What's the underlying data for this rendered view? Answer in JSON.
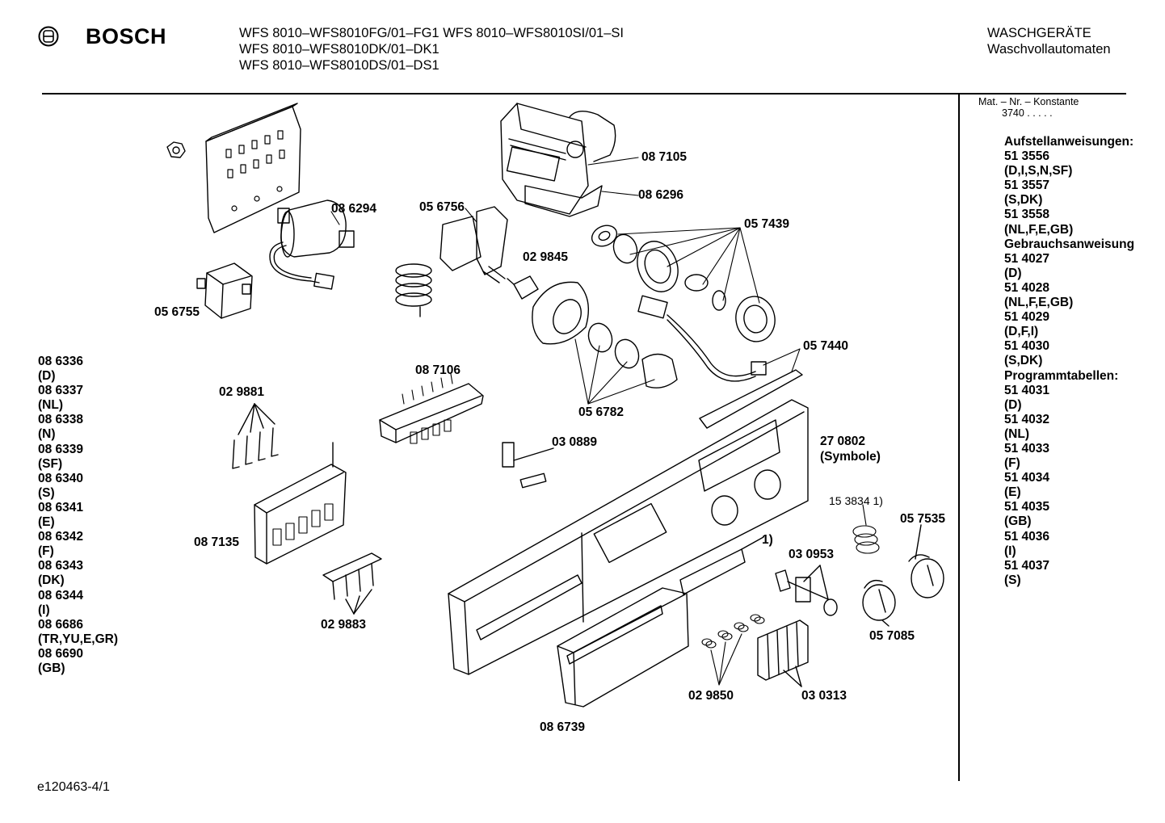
{
  "header": {
    "brand": "BOSCH",
    "models": [
      "WFS 8010–WFS8010FG/01–FG1  WFS 8010–WFS8010SI/01–SI",
      "WFS 8010–WFS8010DK/01–DK1",
      "WFS 8010–WFS8010DS/01–DS1"
    ],
    "category": [
      "WASCHGERÄTE",
      "Waschvollautomaten"
    ]
  },
  "sidebar": {
    "mat_header": "Mat. – Nr. – Konstante",
    "mat_value": "3740  .  .  .  .  .",
    "items": [
      "Aufstellanweisungen:",
      "51 3556",
      "(D,I,S,N,SF)",
      "51 3557",
      "(S,DK)",
      "51 3558",
      "(NL,F,E,GB)",
      "Gebrauchsanweisung",
      "51 4027",
      "(D)",
      "51 4028",
      "(NL,F,E,GB)",
      "51 4029",
      "(D,F,I)",
      "51 4030",
      "(S,DK)",
      "Programmtabellen:",
      "51 4031",
      "(D)",
      "51 4032",
      "(NL)",
      "51 4033",
      "(F)",
      "51 4034",
      "(E)",
      "51 4035",
      "(GB)",
      "51 4036",
      "(I)",
      "51 4037",
      "(S)"
    ]
  },
  "left_list": [
    "08 6336",
    "(D)",
    "08 6337",
    "(NL)",
    "08 6338",
    "(N)",
    "08 6339",
    "(SF)",
    "08 6340",
    "(S)",
    "08 6341",
    "(E)",
    "08 6342",
    "(F)",
    "08 6343",
    "(DK)",
    "08 6344",
    "(I)",
    "08 6686",
    "(TR,YU,E,GR)",
    "08 6690",
    "(GB)"
  ],
  "part_labels": {
    "p087105": "08 7105",
    "p086296": "08 6296",
    "p086294": "08 6294",
    "p056756": "05 6756",
    "p057439": "05 7439",
    "p029845": "02 9845",
    "p056755": "05 6755",
    "p057440": "05 7440",
    "p087106": "08 7106",
    "p029881": "02 9881",
    "p056782": "05 6782",
    "p270802": "27 0802",
    "p270802b": "(Symbole)",
    "p030889": "03 0889",
    "p153834": "15 3834 1)",
    "p057535": "05 7535",
    "p1": "1)",
    "p087135": "08 7135",
    "p030953": "03 0953",
    "p029883": "02 9883",
    "p057085": "05 7085",
    "p029850": "02 9850",
    "p030313": "03 0313",
    "p086739": "08 6739"
  },
  "footer": "e120463-4/1"
}
